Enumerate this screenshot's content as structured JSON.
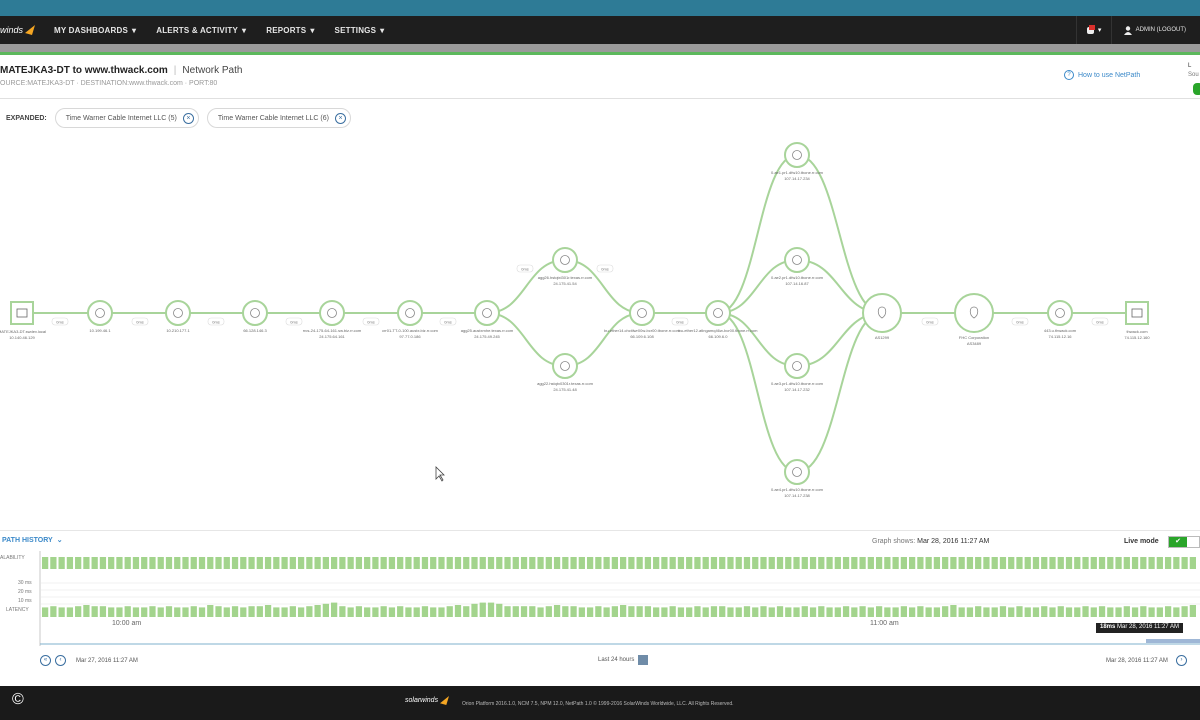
{
  "nav": {
    "logo_text": "winds",
    "items": [
      "MY DASHBOARDS",
      "ALERTS & ACTIVITY",
      "REPORTS",
      "SETTINGS"
    ],
    "alert_count": "4",
    "admin_label": "ADMIN (LOGOUT)"
  },
  "header": {
    "title": "MATEJKA3-DT to www.thwack.com",
    "section": "Network Path",
    "subtitle": "OURCE:MATEJKA3-DT  ·  DESTINATION:www.thwack.com  ·  PORT:80",
    "help_link": "How to use NetPath",
    "edge_label_1": "L",
    "edge_label_2": "Sou"
  },
  "expanded": {
    "label": "EXPANDED:",
    "chips": [
      "Time Warner Cable Internet LLC (5)",
      "Time Warner Cable Internet LLC (6)"
    ]
  },
  "graph": {
    "nodes": [
      {
        "id": "src",
        "label1": "MATEJKA3-DT.swdev.local",
        "label2": "10.140.46.129"
      },
      {
        "id": "n1",
        "label1": "10.199.46.1",
        "label2": ""
      },
      {
        "id": "n2",
        "label1": "10.210.177.1",
        "label2": ""
      },
      {
        "id": "n3",
        "label1": "66.128.146.3",
        "label2": ""
      },
      {
        "id": "n4",
        "label1": "rrcs-24-175-64-161.sw.biz.rr.com",
        "label2": "24.175.64.161"
      },
      {
        "id": "n5",
        "label1": "crr01-TT-0-100.austx.biz.rr.com",
        "label2": "97.77.0.186"
      },
      {
        "id": "n6",
        "label1": "agg25.austxmhe.texas.rr.com",
        "label2": "24.175.49.245"
      },
      {
        "id": "n7a",
        "label1": "agg26.hstqtxl301r.texas.rr.com",
        "label2": "24.175.41.54"
      },
      {
        "id": "n7b",
        "label1": "agg22.hstqtx0301r.texas.rr.com",
        "label2": "24.175.41.48"
      },
      {
        "id": "n8",
        "label1": "bu-ether14.chctilwr00w-bcr00.tbone.rr.com",
        "label2": "66.109.6.108"
      },
      {
        "id": "n9",
        "label1": "bu-ether12.atlngamq46w-bcr00.tbone.rr.com",
        "label2": "66.109.6.0"
      },
      {
        "id": "n10a",
        "label1": "0.ae1.pr1.dfw10.tbone.rr.com",
        "label2": "107.14.17.234"
      },
      {
        "id": "n10b",
        "label1": "0.ae2.pr1.dfw10.tbone.rr.com",
        "label2": "107.14.16.87"
      },
      {
        "id": "n10c",
        "label1": "0.ae3.pr1.dfw10.tbone.rr.com",
        "label2": "107.14.17.232"
      },
      {
        "id": "n10d",
        "label1": "0.ae4.pr1.dfw10.tbone.rr.com",
        "label2": "107.14.17.238"
      },
      {
        "id": "n11",
        "label1": "AS1299",
        "label2": ""
      },
      {
        "id": "n12",
        "label1": "FHC Corporation",
        "label2": "AS3489"
      },
      {
        "id": "n13",
        "label1": "443.u.thwack.com",
        "label2": "74.115.12.16"
      },
      {
        "id": "dst",
        "label1": "thwack.com",
        "label2": "74.115.12.160"
      }
    ],
    "latencies": [
      "0ms",
      "0ms",
      "0ms",
      "0ms",
      "0ms",
      "0ms",
      "0ms",
      "0ms",
      "0ms",
      "0ms",
      "0ms",
      "0ms"
    ]
  },
  "history": {
    "title": "PATH HISTORY",
    "graph_shows_label": "Graph shows:",
    "graph_shows_value": "Mar 28, 2016 11:27 AM",
    "live_label": "Live mode",
    "live_on": "✔",
    "availability_label": "ALABILITY",
    "latency_label": "LATENCY",
    "y_ticks": [
      "30 ms",
      "20 ms",
      "10 ms"
    ],
    "time_left": "10:00 am",
    "time_right": "11:00 am",
    "tooltip_value": "18ms",
    "tooltip_time": "Mar 28, 2016 11:27 AM",
    "range_start": "Mar 27, 2016 11:27 AM",
    "range_center": "Last 24 hours",
    "range_end": "Mar 28, 2016 11:27 AM",
    "latency_ms": [
      8,
      9,
      8,
      8,
      9,
      10,
      9,
      9,
      8,
      8,
      9,
      8,
      8,
      9,
      8,
      9,
      8,
      8,
      9,
      8,
      10,
      9,
      8,
      9,
      8,
      9,
      9,
      10,
      8,
      8,
      9,
      8,
      9,
      10,
      11,
      12,
      9,
      8,
      9,
      8,
      8,
      9,
      8,
      9,
      8,
      8,
      9,
      8,
      8,
      9,
      10,
      9,
      11,
      12,
      12,
      11,
      9,
      9,
      9,
      9,
      8,
      9,
      10,
      9,
      9,
      8,
      8,
      9,
      8,
      9,
      10,
      9,
      9,
      9,
      8,
      8,
      9,
      8,
      8,
      9,
      8,
      9,
      9,
      8,
      8,
      9,
      8,
      9,
      8,
      9,
      8,
      8,
      9,
      8,
      9,
      8,
      8,
      9,
      8,
      9,
      8,
      9,
      8,
      8,
      9,
      8,
      9,
      8,
      8,
      9,
      10,
      8,
      8,
      9,
      8,
      8,
      9,
      8,
      9,
      8,
      8,
      9,
      8,
      9,
      8,
      8,
      9,
      8,
      9,
      8,
      8,
      9,
      8,
      9,
      8,
      8,
      9,
      8,
      9,
      10
    ]
  },
  "footer": {
    "copyright": "©",
    "brand": "solarwinds",
    "text": "Orion Platform 2016.1.0, NCM 7.5, NPM 12.0, NetPath 1.0 © 1999-2016 SolarWinds Worldwide, LLC. All Rights Reserved."
  },
  "colors": {
    "accent": "#3b89c9",
    "path_green": "#a8d49a",
    "bar_green": "#a3d48d",
    "live_green": "#2aa52a",
    "nav_bg": "#1e1e1e",
    "top_band": "#2e7b96"
  }
}
